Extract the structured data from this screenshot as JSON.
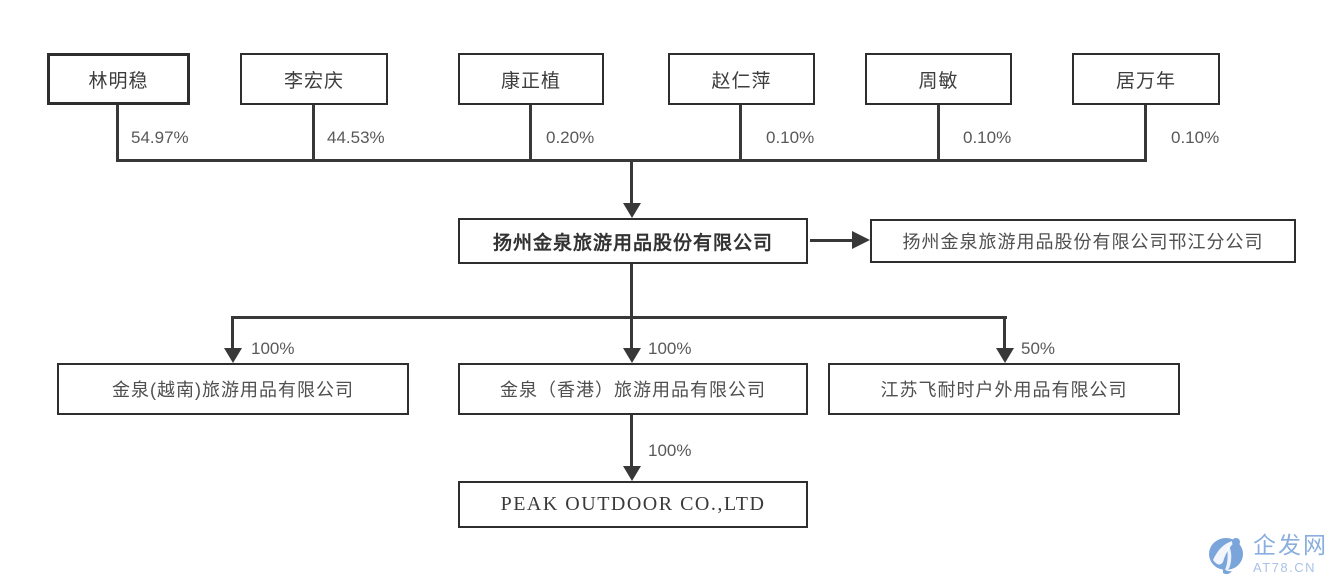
{
  "diagram": {
    "title": "ownership-structure",
    "shareholders": [
      {
        "name": "林明稳",
        "pct": "54.97%"
      },
      {
        "name": "李宏庆",
        "pct": "44.53%"
      },
      {
        "name": "康正植",
        "pct": "0.20%"
      },
      {
        "name": "赵仁萍",
        "pct": "0.10%"
      },
      {
        "name": "周敏",
        "pct": "0.10%"
      },
      {
        "name": "居万年",
        "pct": "0.10%"
      }
    ],
    "parent_company": "扬州金泉旅游用品股份有限公司",
    "branch_company": "扬州金泉旅游用品股份有限公司邗江分公司",
    "subsidiaries": [
      {
        "name": "金泉(越南)旅游用品有限公司",
        "pct": "100%"
      },
      {
        "name": "金泉（香港）旅游用品有限公司",
        "pct": "100%"
      },
      {
        "name": "江苏飞耐时户外用品有限公司",
        "pct": "50%"
      }
    ],
    "sub_subsidiary": {
      "name": "PEAK OUTDOOR CO.,LTD",
      "pct": "100%"
    }
  },
  "watermark": {
    "site_name": "企发网",
    "site_url": "AT78.CN",
    "logo_color": "#6fa0d8",
    "text_color": "#8aaede"
  },
  "colors": {
    "line": "#383838",
    "box_border": "#2e2e2e",
    "text": "#3d3d3d",
    "pct_text": "#595959",
    "background": "#ffffff"
  }
}
